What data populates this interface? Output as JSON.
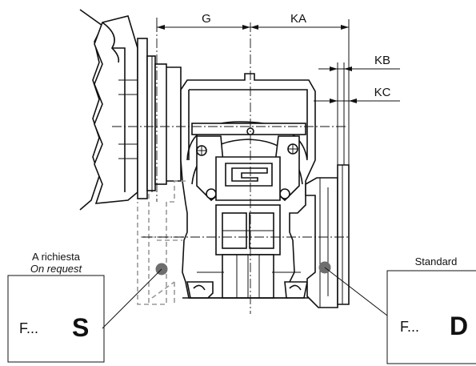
{
  "dimensions": {
    "g": "G",
    "ka": "KA",
    "kb": "KB",
    "kc": "KC"
  },
  "left_option": {
    "caption_it": "A richiesta",
    "caption_en": "On request",
    "prefix": "F...",
    "code": "S"
  },
  "right_option": {
    "caption": "Standard",
    "prefix": "F...",
    "code": "D"
  },
  "colors": {
    "line": "#111111",
    "hidden": "#9a9a9a",
    "marker": "#6e6e6e"
  }
}
